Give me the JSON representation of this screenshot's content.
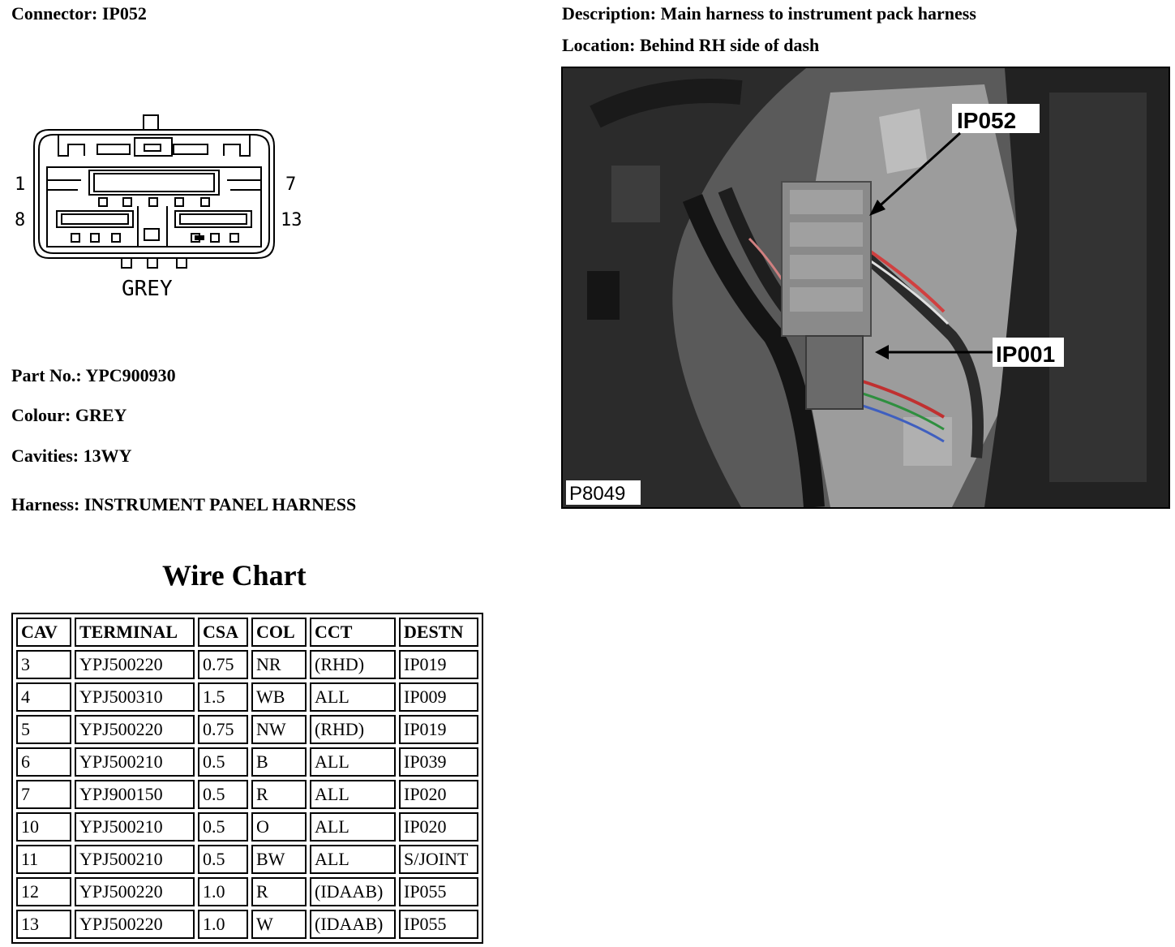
{
  "connector": {
    "label": "Connector:",
    "value": "IP052"
  },
  "description": {
    "label": "Description:",
    "value": "Main harness to instrument pack harness"
  },
  "location": {
    "label": "Location:",
    "value": "Behind RH side of dash"
  },
  "diagram": {
    "pins": {
      "top_left": "1",
      "top_right": "7",
      "bottom_left": "8",
      "bottom_right": "13"
    },
    "colour_label": "GREY"
  },
  "photo": {
    "callouts": {
      "primary": "IP052",
      "secondary": "IP001"
    },
    "reference": "P8049"
  },
  "part_no": {
    "label": "Part No.:",
    "value": "YPC900930"
  },
  "colour": {
    "label": "Colour:",
    "value": "GREY"
  },
  "cavities": {
    "label": "Cavities:",
    "value": "13WY"
  },
  "harness": {
    "label": "Harness:",
    "value": "INSTRUMENT PANEL HARNESS"
  },
  "wire_chart": {
    "title": "Wire Chart",
    "headers": [
      "CAV",
      "TERMINAL",
      "CSA",
      "COL",
      "CCT",
      "DESTN"
    ],
    "rows": [
      [
        "3",
        "YPJ500220",
        "0.75",
        "NR",
        "(RHD)",
        "IP019"
      ],
      [
        "4",
        "YPJ500310",
        "1.5",
        "WB",
        "ALL",
        "IP009"
      ],
      [
        "5",
        "YPJ500220",
        "0.75",
        "NW",
        "(RHD)",
        "IP019"
      ],
      [
        "6",
        "YPJ500210",
        "0.5",
        "B",
        "ALL",
        "IP039"
      ],
      [
        "7",
        "YPJ900150",
        "0.5",
        "R",
        "ALL",
        "IP020"
      ],
      [
        "10",
        "YPJ500210",
        "0.5",
        "O",
        "ALL",
        "IP020"
      ],
      [
        "11",
        "YPJ500210",
        "0.5",
        "BW",
        "ALL",
        "S/JOINT"
      ],
      [
        "12",
        "YPJ500220",
        "1.0",
        "R",
        "(IDAAB)",
        "IP055"
      ],
      [
        "13",
        "YPJ500220",
        "1.0",
        "W",
        "(IDAAB)",
        "IP055"
      ]
    ]
  }
}
